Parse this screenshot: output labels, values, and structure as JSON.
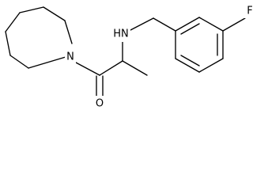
{
  "molecule": {
    "atoms": {
      "nitrogen_ring": "N",
      "nitrogen_amine": "HN",
      "oxygen": "O",
      "fluorine": "F"
    },
    "colors": {
      "bond": "#000000",
      "background": "#ffffff"
    }
  }
}
